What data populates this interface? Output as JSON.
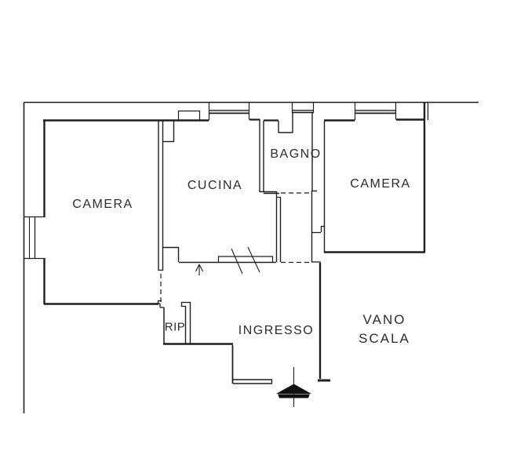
{
  "drawing": {
    "kind": "apartment floor plan",
    "background_color": "#ffffff",
    "wall_color": "#1f1f1f",
    "text_color": "#2d2d2d",
    "window_fill_color": "#c2c2c2"
  },
  "rooms": {
    "camera_left": "CAMERA",
    "cucina": "CUCINA",
    "bagno": "BAGNO",
    "camera_right": "CAMERA",
    "rip": "RIP",
    "ingresso": "INGRESSO"
  },
  "stairwell": {
    "line1": "VANO",
    "line2": "SCALA"
  }
}
